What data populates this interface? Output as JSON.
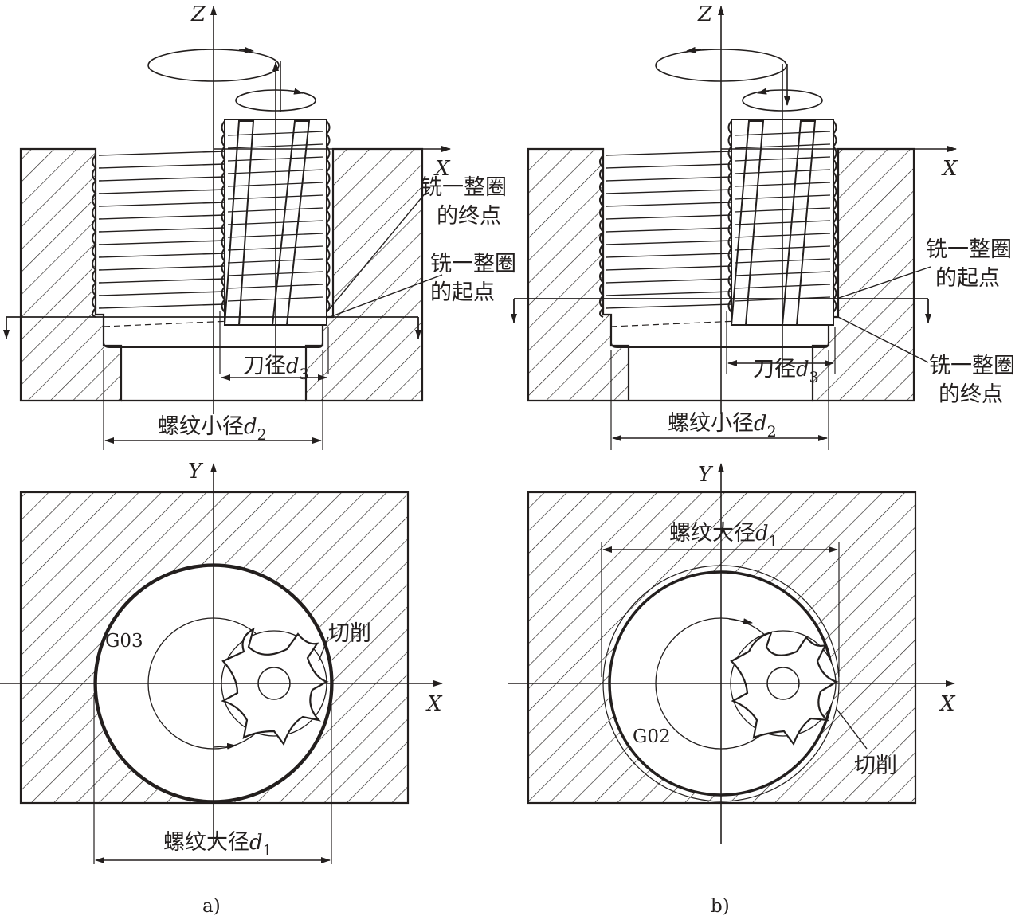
{
  "colors": {
    "ink": "#231f1e",
    "background": "#ffffff"
  },
  "axes": {
    "x": "X",
    "y": "Y",
    "z": "Z"
  },
  "panel_a": {
    "caption": "a)",
    "end_point_line1": "铣一整圈",
    "end_point_line2": "的终点",
    "start_point_line1": "铣一整圈",
    "start_point_line2": "的起点",
    "tool_dia_text": "刀径",
    "tool_dia_sym": "d",
    "tool_dia_sub": "3",
    "minor_dia_text": "螺纹小径",
    "minor_dia_sym": "d",
    "minor_dia_sub": "2",
    "major_dia_text": "螺纹大径",
    "major_dia_sym": "d",
    "major_dia_sub": "1",
    "gcode": "G03",
    "cut_label": "切削"
  },
  "panel_b": {
    "caption": "b)",
    "start_point_line1": "铣一整圈",
    "start_point_line2": "的起点",
    "end_point_line1": "铣一整圈",
    "end_point_line2": "的终点",
    "tool_dia_text": "刀径",
    "tool_dia_sym": "d",
    "tool_dia_sub": "3",
    "minor_dia_text": "螺纹小径",
    "minor_dia_sym": "d",
    "minor_dia_sub": "2",
    "major_dia_text": "螺纹大径",
    "major_dia_sym": "d",
    "major_dia_sub": "1",
    "gcode": "G02",
    "cut_label": "切削"
  }
}
